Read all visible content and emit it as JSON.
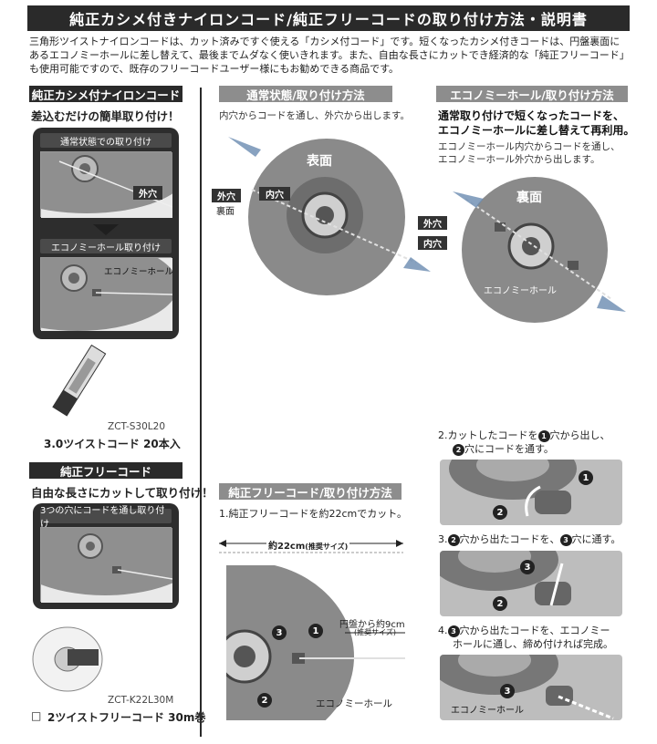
{
  "header": {
    "title": "純正カシメ付きナイロンコード/純正フリーコードの取り付け方法・説明書"
  },
  "intro": {
    "line1": "三角形ツイストナイロンコードは、カット済みですぐ使える「カシメ付コード」です。短くなったカシメ付きコードは、円盤裏面に",
    "line2": "あるエコノミーホールに差し替えて、最後までムダなく使いきれます。また、自由な長さにカットでき経済的な「純正フリーコード」",
    "line3": "も使用可能ですので、既存のフリーコードユーザー様にもお勧めできる商品です。"
  },
  "left_col": {
    "kashime": {
      "label": "純正カシメ付ナイロンコード",
      "sub": "差込むだけの簡単取り付け！",
      "photo1_caption": "通常状態での取り付け",
      "photo1_tag": "外穴",
      "photo2_caption": "エコノミーホール取り付け",
      "photo2_tag": "エコノミーホール",
      "product_code": "ZCT-S30L20",
      "product_name": "3.0ツイストコード 20本入"
    },
    "free": {
      "label": "純正フリーコード",
      "sub": "自由な長さにカットして取り付け！",
      "photo_caption": "3つの穴にコードを通し取り付け",
      "product_code": "ZCT-K22L30M",
      "product_checkbox": "□",
      "product_name": "2ツイストフリーコード 30m巻"
    }
  },
  "normal": {
    "label": "通常状態/取り付け方法",
    "desc": "内穴からコードを通し、外穴から出します。",
    "disc_face": "表面",
    "tag_inner": "内穴",
    "tag_outer": "外穴",
    "tag_back": "裏面"
  },
  "economy": {
    "label": "エコノミーホール/取り付け方法",
    "bold1": "通常取り付けで短くなったコードを、",
    "bold2": "エコノミーホールに差し替えて再利用。",
    "desc1": "エコノミーホール内穴からコードを通し、",
    "desc2": "エコノミーホール外穴から出します。",
    "disc_face": "裏面",
    "tag_outer": "外穴",
    "tag_inner": "内穴",
    "tag_hole": "エコノミーホール"
  },
  "free_install": {
    "label": "純正フリーコード/取り付け方法",
    "step1": "1.純正フリーコードを約22cmでカット。",
    "measure": "約22cm",
    "measure_note": "(推奨サイズ)",
    "dist_label": "円盤から約9cm",
    "dist_note": "(推奨サイズ)",
    "hole_label": "エコノミーホール",
    "n1": "1",
    "n2": "2",
    "n3": "3"
  },
  "steps": {
    "s2a": "2.カットしたコードを",
    "s2b": "穴から出し、",
    "s2c": "穴にコードを通す。",
    "s3a": "3.",
    "s3b": "穴から出たコードを、",
    "s3c": "穴に通す。",
    "s4a": "4.",
    "s4b": "穴から出たコードを、エコノミー",
    "s4c": "ホールに通し、締め付ければ完成。",
    "hole_label": "エコノミーホール",
    "n1": "1",
    "n2": "2",
    "n3": "3"
  },
  "colors": {
    "dark": "#2a2a2a",
    "grey_label": "#8d8d8d",
    "disc": "#8a8a8a",
    "arrow_blue": "#6a8bb0"
  }
}
